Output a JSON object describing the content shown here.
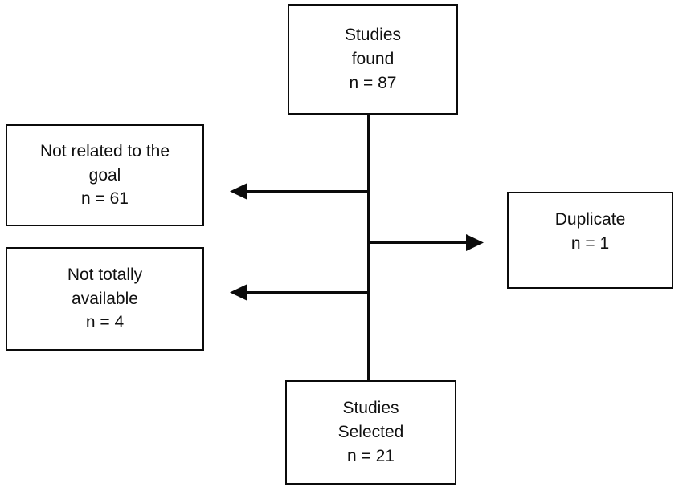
{
  "diagram": {
    "type": "flowchart",
    "orientation": "top-to-bottom",
    "background_color": "#ffffff",
    "line_color": "#0b0b0b",
    "text_color": "#101010",
    "nodes": [
      {
        "id": "studies-found",
        "name": "studies-found-box",
        "lines": [
          "Studies",
          "found",
          "n = 87"
        ],
        "label": "Studies found",
        "count": 87,
        "count_text": "n = 87"
      },
      {
        "id": "not-related",
        "name": "not-related-to-the-goal-box",
        "lines": [
          "Not related to the",
          "goal",
          "n = 61"
        ],
        "label": "Not related to the goal",
        "count": 61,
        "count_text": "n = 61"
      },
      {
        "id": "not-available",
        "name": "not-totally-available-box",
        "lines": [
          "Not totally",
          "available",
          "n = 4"
        ],
        "label": "Not totally available",
        "count": 4,
        "count_text": "n = 4"
      },
      {
        "id": "duplicate",
        "name": "duplicate-box",
        "lines": [
          "Duplicate",
          "n = 1"
        ],
        "label": "Duplicate",
        "count": 1,
        "count_text": "n = 1"
      },
      {
        "id": "studies-selected",
        "name": "studies-selected-box",
        "lines": [
          "Studies",
          "Selected",
          "n = 21"
        ],
        "label": "Studies Selected",
        "count": 21,
        "count_text": "n = 21"
      }
    ],
    "edges": [
      {
        "id": "spine",
        "from": "studies-found",
        "to": "studies-selected",
        "direction": "down",
        "arrowhead": false
      },
      {
        "id": "exclude-not-related",
        "from": "studies-found",
        "to": "not-related",
        "direction": "left",
        "arrowhead": true
      },
      {
        "id": "exclude-duplicate",
        "from": "studies-found",
        "to": "duplicate",
        "direction": "right",
        "arrowhead": true
      },
      {
        "id": "exclude-not-available",
        "from": "studies-found",
        "to": "not-available",
        "direction": "left",
        "arrowhead": true
      }
    ]
  }
}
